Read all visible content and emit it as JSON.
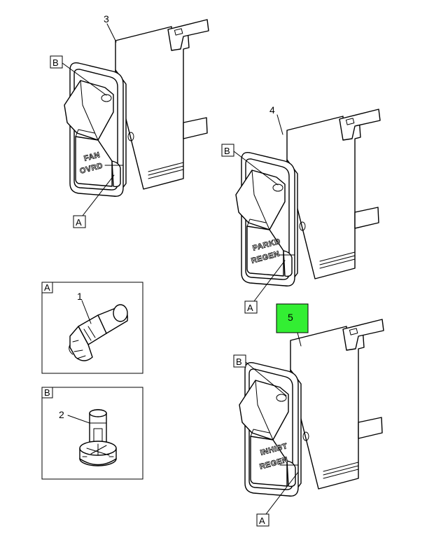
{
  "callouts": {
    "item1": "1",
    "item2": "2",
    "item3": "3",
    "item4": "4",
    "item5": "5"
  },
  "highlight_color": "#33ee33",
  "detail_letters": {
    "a": "A",
    "b": "B"
  },
  "switches": {
    "sw3": {
      "line1": "FAN",
      "line2": "OVRD"
    },
    "sw4": {
      "line1": "PARKD",
      "line2": "REGEN"
    },
    "sw5": {
      "line1": "INHIBT",
      "line2": "REGEN"
    }
  },
  "icons": [
    "rocker-switch-icon",
    "lamp-bulb-icon",
    "lamp-socket-icon"
  ]
}
